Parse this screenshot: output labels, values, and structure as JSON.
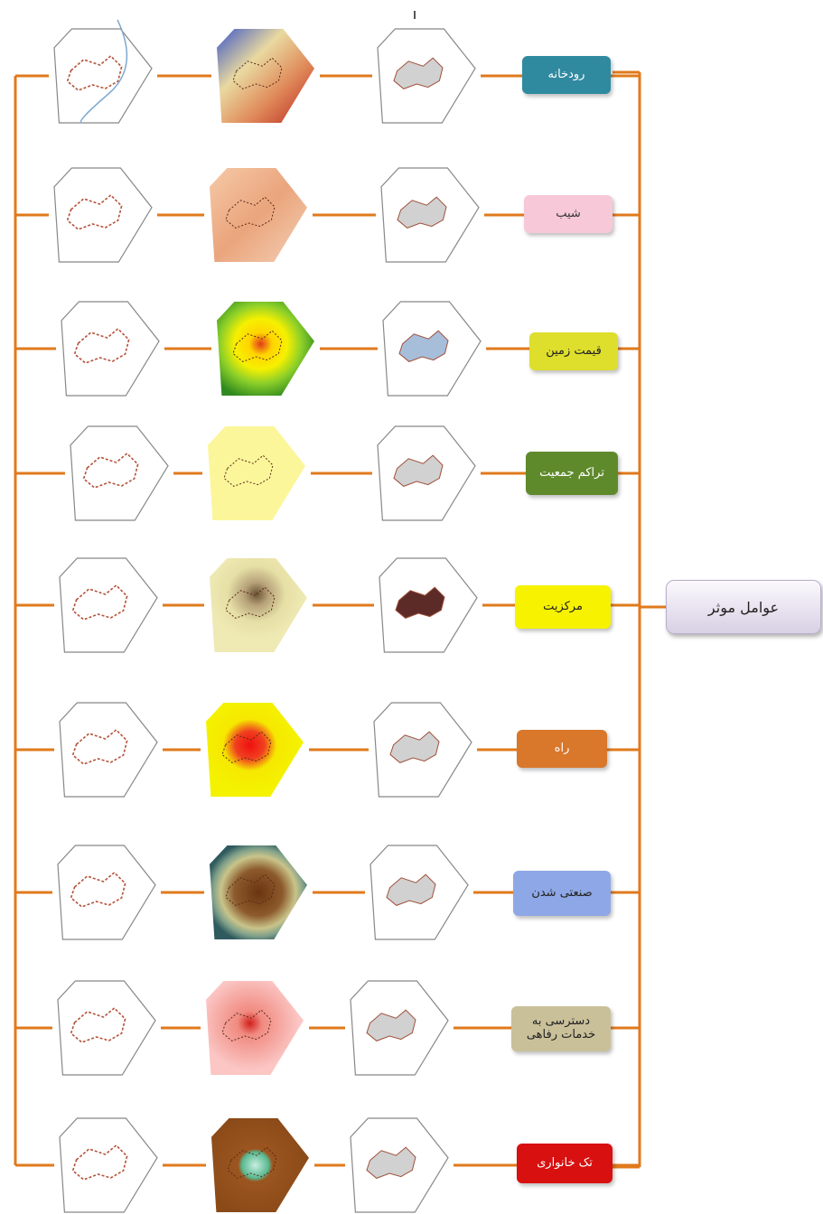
{
  "main_factor": "عوامل موثر",
  "rows": [
    {
      "label": "رودخانه",
      "bg": "#2f8aa0",
      "fg": "#ffffff"
    },
    {
      "label": "شیب",
      "bg": "#f7c8d8",
      "fg": "#333333"
    },
    {
      "label": "قیمت زمین",
      "bg": "#dede2c",
      "fg": "#222222"
    },
    {
      "label": "تراکم جمعیت",
      "bg": "#5f8a2c",
      "fg": "#ffffff"
    },
    {
      "label": "مرکزیت",
      "bg": "#f6f200",
      "fg": "#222222"
    },
    {
      "label": "راه",
      "bg": "#d9772a",
      "fg": "#ffffff"
    },
    {
      "label": "صنعتی شدن",
      "bg": "#8ea7e6",
      "fg": "#222222"
    },
    {
      "label": "دسترسی به\nخدمات رفاهی",
      "bg": "#c9c09a",
      "fg": "#222222"
    },
    {
      "label": "تک خانواری",
      "bg": "#d81010",
      "fg": "#ffffff"
    }
  ],
  "colors": {
    "connector": "#e07a1c"
  }
}
